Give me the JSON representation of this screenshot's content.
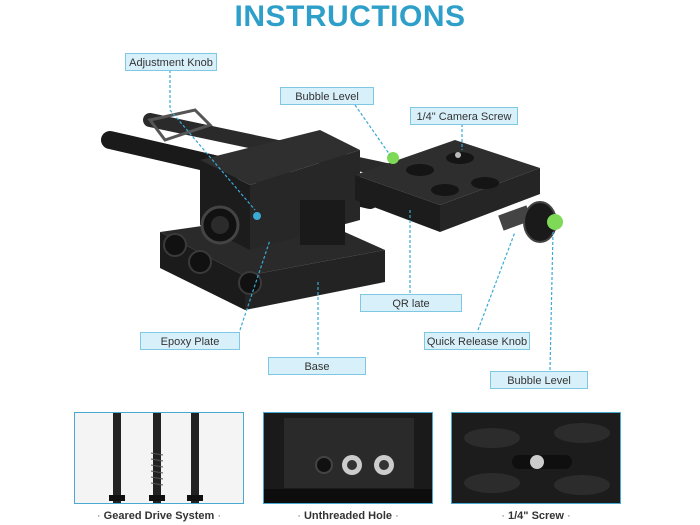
{
  "title": "INSTRUCTIONS",
  "labels": {
    "adjustment_knob": "Adjustment Knob",
    "bubble_level_top": "Bubble Level",
    "camera_screw": "1/4\" Camera Screw",
    "qr_plate": "QR late",
    "epoxy_plate": "Epoxy Plate",
    "base": "Base",
    "quick_release_knob": "Quick Release Knob",
    "bubble_level_right": "Bubble Level"
  },
  "captions": {
    "geared_drive": "Geared Drive System",
    "unthreaded_hole": "Unthreaded Hole",
    "screw": "1/4\" Screw"
  },
  "caption_separator": "·",
  "colors": {
    "title": "#2d9fc9",
    "label_bg": "#d8f0fa",
    "label_border": "#7ec8e3",
    "callout_line": "#3aaad4",
    "bubble": "#7ed957"
  }
}
